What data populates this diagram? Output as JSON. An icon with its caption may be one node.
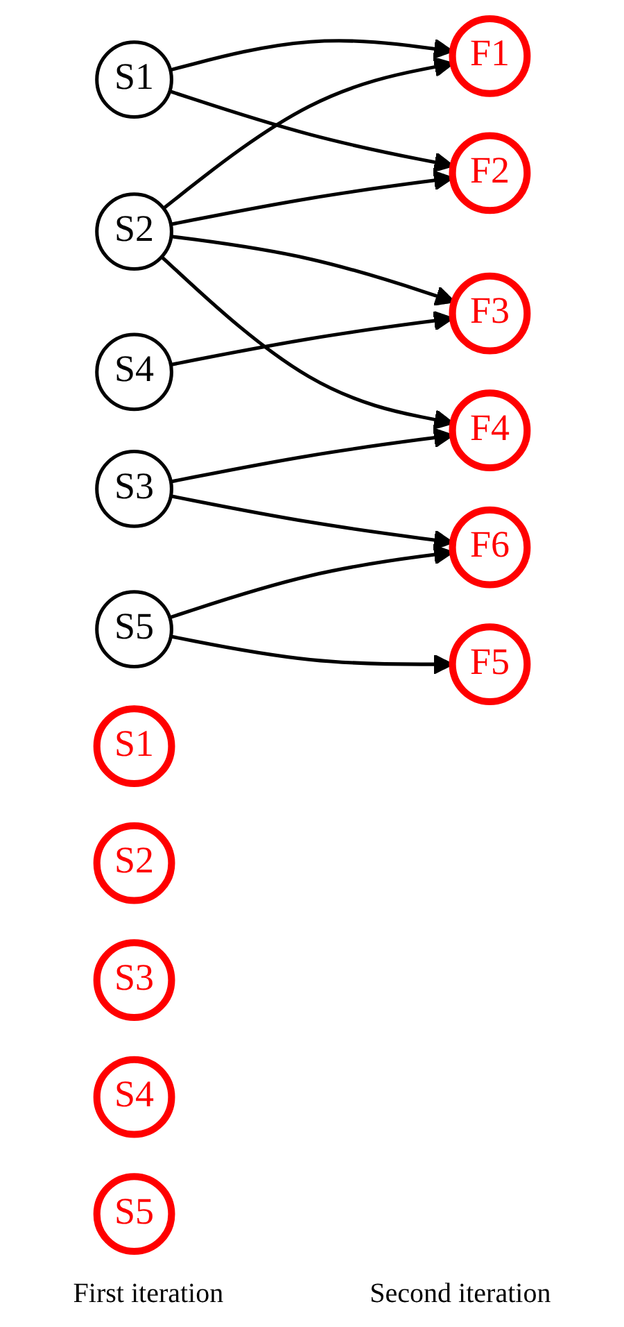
{
  "diagram": {
    "nodes": [
      {
        "text": [
          "S1"
        ]
      },
      {
        "text": [
          "S2"
        ]
      },
      {
        "text": [
          "S3"
        ]
      },
      {
        "text": [
          "S4"
        ]
      },
      {
        "text": [
          "S5"
        ]
      },
      {
        "text": [
          "F1"
        ]
      },
      {
        "text": [
          "F2"
        ]
      },
      {
        "text": [
          "F3"
        ]
      },
      {
        "text": [
          "F4"
        ]
      },
      {
        "text": [
          "F5"
        ]
      },
      {
        "text": [
          "F6"
        ]
      },
      {
        "text": [
          "S1"
        ]
      },
      {
        "text": [
          "S2"
        ]
      },
      {
        "text": [
          "S3"
        ]
      },
      {
        "text": [
          "S4"
        ]
      },
      {
        "text": [
          "S5"
        ]
      }
    ],
    "edges": [
      {
        "from": 0,
        "to": 5,
        "arrow": "to"
      },
      {
        "from": 0,
        "to": 6,
        "arrow": "to"
      },
      {
        "from": 1,
        "to": 5,
        "arrow": "to"
      },
      {
        "from": 1,
        "to": 6,
        "arrow": "to"
      },
      {
        "from": 1,
        "to": 7,
        "arrow": "to"
      },
      {
        "from": 1,
        "to": 8,
        "arrow": "to"
      },
      {
        "from": 2,
        "to": 8,
        "arrow": "to"
      },
      {
        "from": 2,
        "to": 10,
        "arrow": "to"
      },
      {
        "from": 3,
        "to": 7,
        "arrow": "to"
      },
      {
        "from": 4,
        "to": 9,
        "arrow": "to"
      },
      {
        "from": 4,
        "to": 10,
        "arrow": "to"
      }
    ],
    "labels": [
      "First iteration",
      "Second iteration"
    ]
  }
}
